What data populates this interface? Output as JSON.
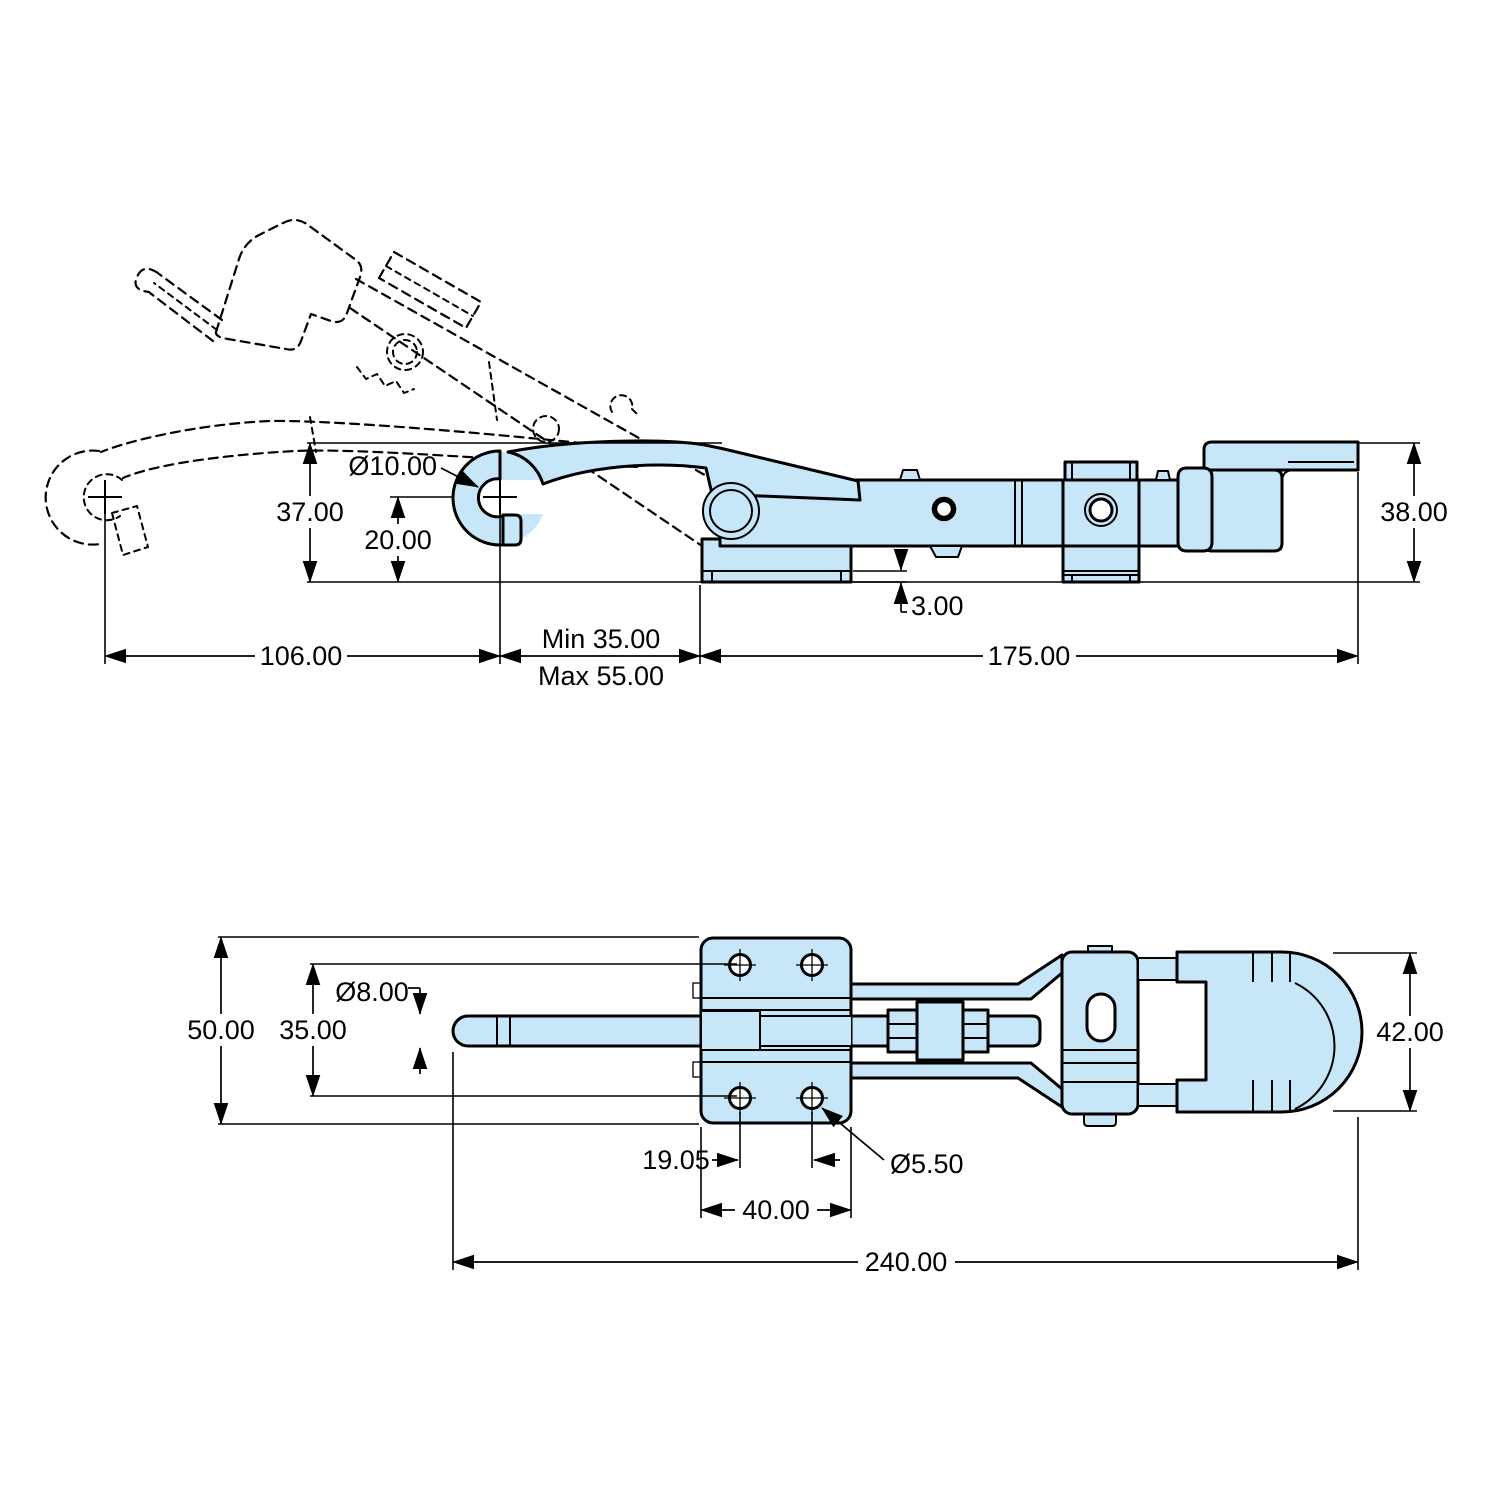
{
  "meta": {
    "kind": "technical-dimension-drawing",
    "subject": "adjustable toggle latch clamp",
    "units": "mm"
  },
  "colors": {
    "background": "#ffffff",
    "part_fill": "#c7e6f8",
    "line": "#000000"
  },
  "side_view": {
    "pin_diameter": "Ø10.00",
    "hook_height": "37.00",
    "hook_center_drop": "20.00",
    "open_hook_reach": "106.00",
    "takeup_min": "Min 35.00",
    "takeup_max": "Max 55.00",
    "body_length": "175.00",
    "base_flange_thickness": "3.00",
    "catch_height": "38.00"
  },
  "plan_view": {
    "bracket_width": "50.00",
    "hole_row_spacing": "35.00",
    "rod_diameter": "Ø8.00",
    "loop_width": "42.00",
    "hole_column_spacing": "19.05",
    "mounting_hole_diameter": "Ø5.50",
    "bracket_length": "40.00",
    "overall_length": "240.00"
  }
}
